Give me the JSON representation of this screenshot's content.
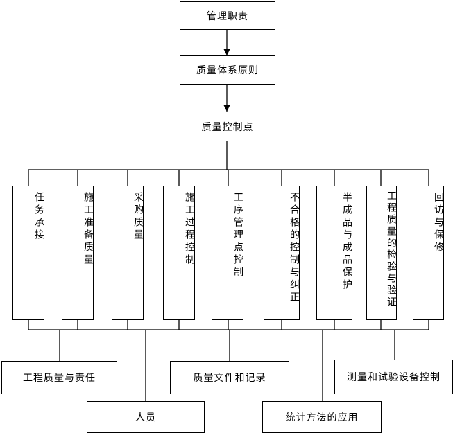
{
  "top_chain": [
    "管理职责",
    "质量体系原则",
    "质量控制点"
  ],
  "branches": [
    "任务承接",
    "施工准备质量",
    "采购质量",
    "施工过程控制",
    "工序管理点控制",
    "不合格的控制与纠正",
    "半成品与成品保护",
    "工程质量的检验与验证",
    "回访与保修"
  ],
  "bottom": {
    "quality_responsibility": "工程质量与责任",
    "personnel": "人员",
    "documents_records": "质量文件和记录",
    "statistics": "统计方法的应用",
    "measurement_equipment": "测量和试验设备控制"
  }
}
